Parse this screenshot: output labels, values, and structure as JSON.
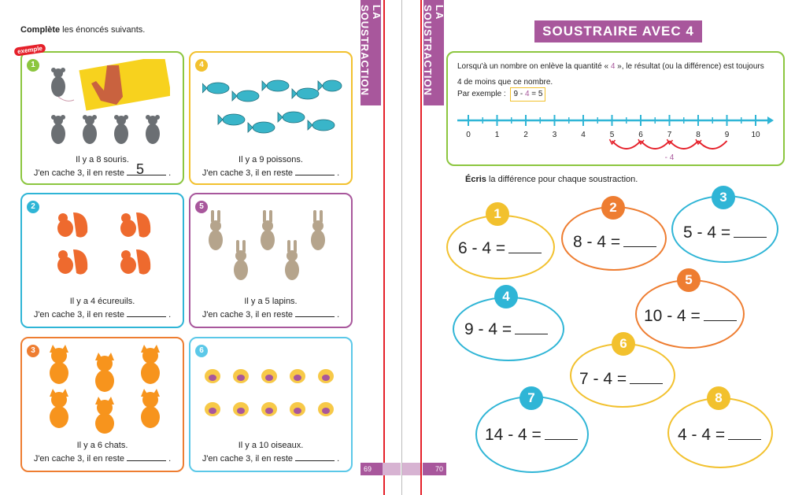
{
  "left_page": {
    "instruction_bold": "Complète",
    "instruction_rest": " les énoncés suivants.",
    "example_label": "exemple",
    "cards": [
      {
        "num": "1",
        "count_text": "Il y a 8 souris.",
        "hide_text": "J'en cache 3, il en reste",
        "answer": "5",
        "color": "#8cc63f"
      },
      {
        "num": "4",
        "count_text": "Il y a 9 poissons.",
        "hide_text": "J'en cache 3, il en reste",
        "answer": "",
        "color": "#f2c12e"
      },
      {
        "num": "2",
        "count_text": "Il y a 4 écureuils.",
        "hide_text": "J'en cache 3, il en reste",
        "answer": "",
        "color": "#2fb5d6"
      },
      {
        "num": "5",
        "count_text": "Il y a 5 lapins.",
        "hide_text": "J'en cache 3, il en reste",
        "answer": "",
        "color": "#a8579c"
      },
      {
        "num": "3",
        "count_text": "Il y a 6 chats.",
        "hide_text": "J'en cache 3, il en reste",
        "answer": "",
        "color": "#ee7d31"
      },
      {
        "num": "6",
        "count_text": "Il y a 10 oiseaux.",
        "hide_text": "J'en cache 3, il en reste",
        "answer": "",
        "color": "#5bc8e8"
      }
    ],
    "page_number": "69"
  },
  "spine": {
    "left_tab": "La soustraction",
    "right_tab": "La soustraction"
  },
  "right_page": {
    "title": "SOUSTRAIRE AVEC 4",
    "rule_text_1": "Lorsqu'à un nombre on enlève la quantité « ",
    "rule_highlight": "4",
    "rule_text_2": " », le résultat (ou la différence) est toujours",
    "rule_line2": "4 de moins que ce nombre.",
    "example_prefix": "Par exemple :",
    "example_a": "9",
    "example_op": " - ",
    "example_b": "4",
    "example_eq": " = 5",
    "number_line_labels": [
      "0",
      "1",
      "2",
      "3",
      "4",
      "5",
      "6",
      "7",
      "8",
      "9",
      "10"
    ],
    "arc_label": "- 4",
    "exercise_bold": "Écris",
    "exercise_rest": " la différence pour chaque soustraction.",
    "equations": [
      {
        "num": "1",
        "expr": "6 - 4 =",
        "color": "#f2c12e"
      },
      {
        "num": "2",
        "expr": "8 - 4 =",
        "color": "#ee7d31"
      },
      {
        "num": "3",
        "expr": "5 - 4 =",
        "color": "#2fb5d6"
      },
      {
        "num": "4",
        "expr": "9 - 4 =",
        "color": "#2fb5d6"
      },
      {
        "num": "5",
        "expr": "10 - 4 =",
        "color": "#ee7d31"
      },
      {
        "num": "6",
        "expr": "7 - 4 =",
        "color": "#f2c12e"
      },
      {
        "num": "7",
        "expr": "14 - 4 =",
        "color": "#2fb5d6"
      },
      {
        "num": "8",
        "expr": "4 - 4 =",
        "color": "#f2c12e"
      }
    ],
    "page_number": "70"
  },
  "colors": {
    "purple": "#a8579c",
    "green": "#8cc63f",
    "blue": "#2fb5d6",
    "orange": "#ee7d31",
    "yellow": "#f2c12e",
    "red": "#e5202a"
  }
}
